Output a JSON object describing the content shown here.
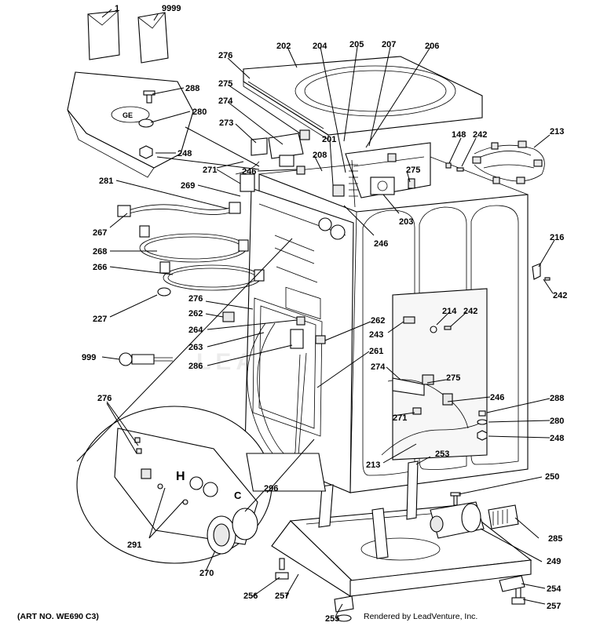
{
  "footer": {
    "art_no": "(ART NO. WE690 C3)",
    "credit": "Rendered by LeadVenture, Inc."
  },
  "watermark": "LEADVENTURE",
  "panel_markings": {
    "hot": "H",
    "cold": "C"
  },
  "callouts": [
    {
      "id": "c-1",
      "label": "1"
    },
    {
      "id": "c-9999",
      "label": "9999"
    },
    {
      "id": "c-276a",
      "label": "276"
    },
    {
      "id": "c-202",
      "label": "202"
    },
    {
      "id": "c-204",
      "label": "204"
    },
    {
      "id": "c-205",
      "label": "205"
    },
    {
      "id": "c-207",
      "label": "207"
    },
    {
      "id": "c-206",
      "label": "206"
    },
    {
      "id": "c-288a",
      "label": "288"
    },
    {
      "id": "c-275a",
      "label": "275"
    },
    {
      "id": "c-274a",
      "label": "274"
    },
    {
      "id": "c-280a",
      "label": "280"
    },
    {
      "id": "c-273",
      "label": "273"
    },
    {
      "id": "c-248a",
      "label": "248"
    },
    {
      "id": "c-201",
      "label": "201"
    },
    {
      "id": "c-148",
      "label": "148"
    },
    {
      "id": "c-242a",
      "label": "242"
    },
    {
      "id": "c-213a",
      "label": "213"
    },
    {
      "id": "c-208",
      "label": "208"
    },
    {
      "id": "c-271a",
      "label": "271"
    },
    {
      "id": "c-246a",
      "label": "246"
    },
    {
      "id": "c-275b",
      "label": "275"
    },
    {
      "id": "c-281",
      "label": "281"
    },
    {
      "id": "c-269",
      "label": "269"
    },
    {
      "id": "c-203",
      "label": "203"
    },
    {
      "id": "c-267",
      "label": "267"
    },
    {
      "id": "c-246b",
      "label": "246"
    },
    {
      "id": "c-216",
      "label": "216"
    },
    {
      "id": "c-268",
      "label": "268"
    },
    {
      "id": "c-266",
      "label": "266"
    },
    {
      "id": "c-242b",
      "label": "242"
    },
    {
      "id": "c-227",
      "label": "227"
    },
    {
      "id": "c-276b",
      "label": "276"
    },
    {
      "id": "c-262a",
      "label": "262"
    },
    {
      "id": "c-214",
      "label": "214"
    },
    {
      "id": "c-242c",
      "label": "242"
    },
    {
      "id": "c-264",
      "label": "264"
    },
    {
      "id": "c-262b",
      "label": "262"
    },
    {
      "id": "c-243",
      "label": "243"
    },
    {
      "id": "c-263",
      "label": "263"
    },
    {
      "id": "c-261",
      "label": "261"
    },
    {
      "id": "c-999",
      "label": "999"
    },
    {
      "id": "c-286",
      "label": "286"
    },
    {
      "id": "c-274b",
      "label": "274"
    },
    {
      "id": "c-275c",
      "label": "275"
    },
    {
      "id": "c-276c",
      "label": "276"
    },
    {
      "id": "c-246c",
      "label": "246"
    },
    {
      "id": "c-288b",
      "label": "288"
    },
    {
      "id": "c-271b",
      "label": "271"
    },
    {
      "id": "c-280b",
      "label": "280"
    },
    {
      "id": "c-248b",
      "label": "248"
    },
    {
      "id": "c-213b",
      "label": "213"
    },
    {
      "id": "c-253",
      "label": "253"
    },
    {
      "id": "c-250",
      "label": "250"
    },
    {
      "id": "c-296",
      "label": "296"
    },
    {
      "id": "c-285",
      "label": "285"
    },
    {
      "id": "c-291",
      "label": "291"
    },
    {
      "id": "c-249",
      "label": "249"
    },
    {
      "id": "c-270",
      "label": "270"
    },
    {
      "id": "c-254",
      "label": "254"
    },
    {
      "id": "c-256",
      "label": "256"
    },
    {
      "id": "c-257a",
      "label": "257"
    },
    {
      "id": "c-255",
      "label": "255"
    },
    {
      "id": "c-257b",
      "label": "257"
    }
  ]
}
